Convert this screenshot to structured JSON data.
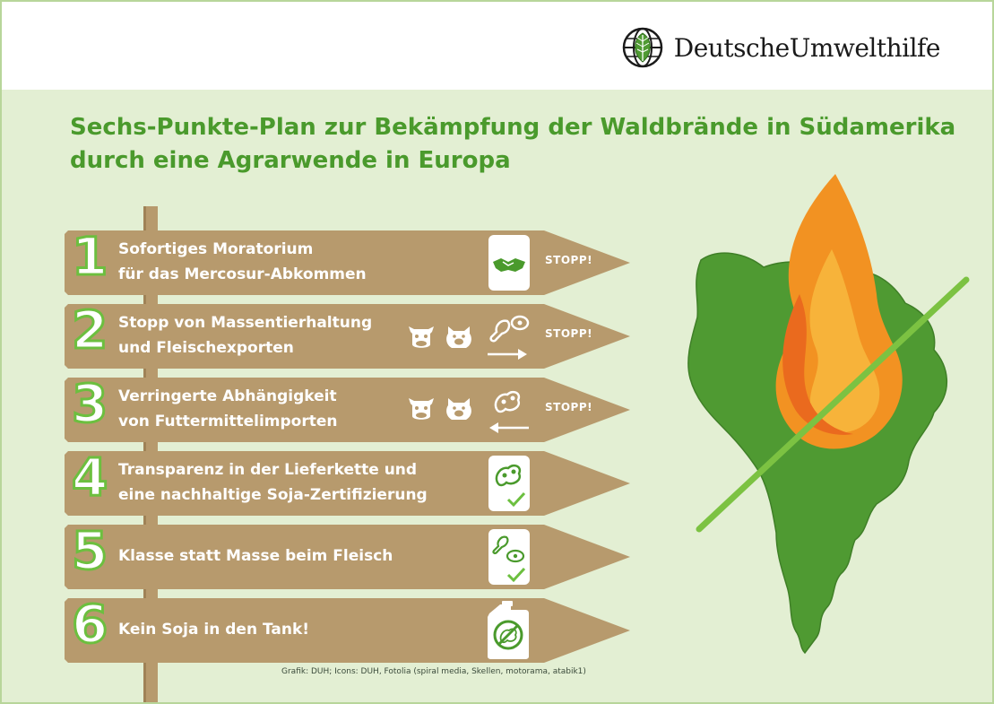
{
  "brand": {
    "name": "DeutscheUmwelthilfe",
    "logo_icon": "globe-leaf-icon"
  },
  "title": {
    "line1": "Sechs-Punkte-Plan zur Bekämpfung der Waldbrände in Südamerika",
    "line2": "durch eine Agrarwende in Europa"
  },
  "signs": [
    {
      "number": "1",
      "line1": "Sofortiges Moratorium",
      "line2": "für das Mercosur-Abkommen",
      "stopp": "STOPP!",
      "icons": [
        "handshake-icon"
      ]
    },
    {
      "number": "2",
      "line1": "Stopp von Massentierhaltung",
      "line2": "und Fleischexporten",
      "stopp": "STOPP!",
      "icons": [
        "cow-icon",
        "pig-icon",
        "meat-icon",
        "arrow-right-icon"
      ]
    },
    {
      "number": "3",
      "line1": "Verringerte Abhängigkeit",
      "line2": "von Futtermittelimporten",
      "stopp": "STOPP!",
      "icons": [
        "cow-icon",
        "pig-icon",
        "soybean-icon",
        "arrow-left-icon"
      ]
    },
    {
      "number": "4",
      "line1": "Transparenz in der Lieferkette und",
      "line2": "eine nachhaltige Soja-Zertifizierung",
      "icons": [
        "soybean-icon",
        "checkmark-icon"
      ]
    },
    {
      "number": "5",
      "line1": "Klasse statt Masse beim Fleisch",
      "icons": [
        "meat-icon",
        "checkmark-icon"
      ]
    },
    {
      "number": "6",
      "line1": "Kein Soja in den Tank!",
      "icons": [
        "fuel-canister-icon",
        "no-soy-icon"
      ]
    }
  ],
  "credit": "Grafik: DUH; Icons: DUH, Fotolia (spiral media, Skellen, motorama, atabik1)",
  "colors": {
    "background": "#e3efd3",
    "title_green": "#4a9a2c",
    "sign_brown": "#b79a6d",
    "number_outline": "#6cbf3f",
    "map_green": "#4f9a32",
    "flame_orange": "#f29222",
    "strike_line": "#7cc242"
  },
  "map": {
    "subject": "south-america-map-icon",
    "overlay": "fire-icon",
    "strike": "strike-line"
  }
}
